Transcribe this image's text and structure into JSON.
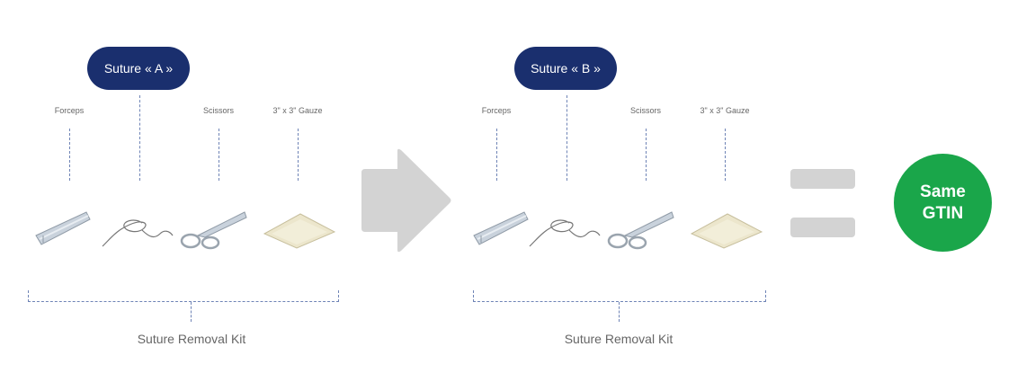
{
  "kit_a": {
    "suture_label": "Suture « A »",
    "tools": [
      "Forceps",
      "Scissors",
      "3\" x 3\" Gauze"
    ],
    "kit_label": "Suture Removal Kit"
  },
  "kit_b": {
    "suture_label": "Suture « B »",
    "tools": [
      "Forceps",
      "Scissors",
      "3\" x 3\" Gauze"
    ],
    "kit_label": "Suture Removal Kit"
  },
  "result": {
    "line1": "Same",
    "line2": "GTIN"
  },
  "icons": {
    "arrow": "right-arrow-icon",
    "equals": "equals-icon"
  },
  "colors": {
    "pill": "#1a2f6e",
    "badge": "#1aa64a",
    "dashes": "#6f84b6",
    "arrow": "#d3d3d3"
  }
}
